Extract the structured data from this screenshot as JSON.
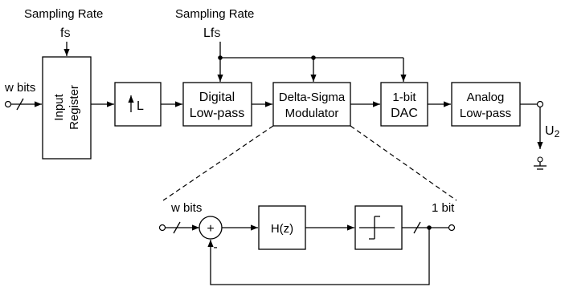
{
  "top_labels": {
    "sampling_rate_1": "Sampling Rate",
    "fs_1": "f",
    "fs_1_sub": "S",
    "sampling_rate_2": "Sampling Rate",
    "fs_2": "Lf",
    "fs_2_sub": "S"
  },
  "input": {
    "width_label": "w bits"
  },
  "blocks": {
    "input_register_line1": "Input",
    "input_register_line2": "Register",
    "upsampler": "L",
    "digital_lowpass_line1": "Digital",
    "digital_lowpass_line2": "Low-pass",
    "ds_modulator_line1": "Delta-Sigma",
    "ds_modulator_line2": "Modulator",
    "dac_line1": "1-bit",
    "dac_line2": "DAC",
    "analog_lowpass_line1": "Analog",
    "analog_lowpass_line2": "Low-pass"
  },
  "output": {
    "voltage": "U",
    "voltage_sub": "2"
  },
  "detail": {
    "input_label": "w bits",
    "sum_plus": "+",
    "sum_minus": "-",
    "filter": "H(z)",
    "output_label": "1 bit"
  }
}
